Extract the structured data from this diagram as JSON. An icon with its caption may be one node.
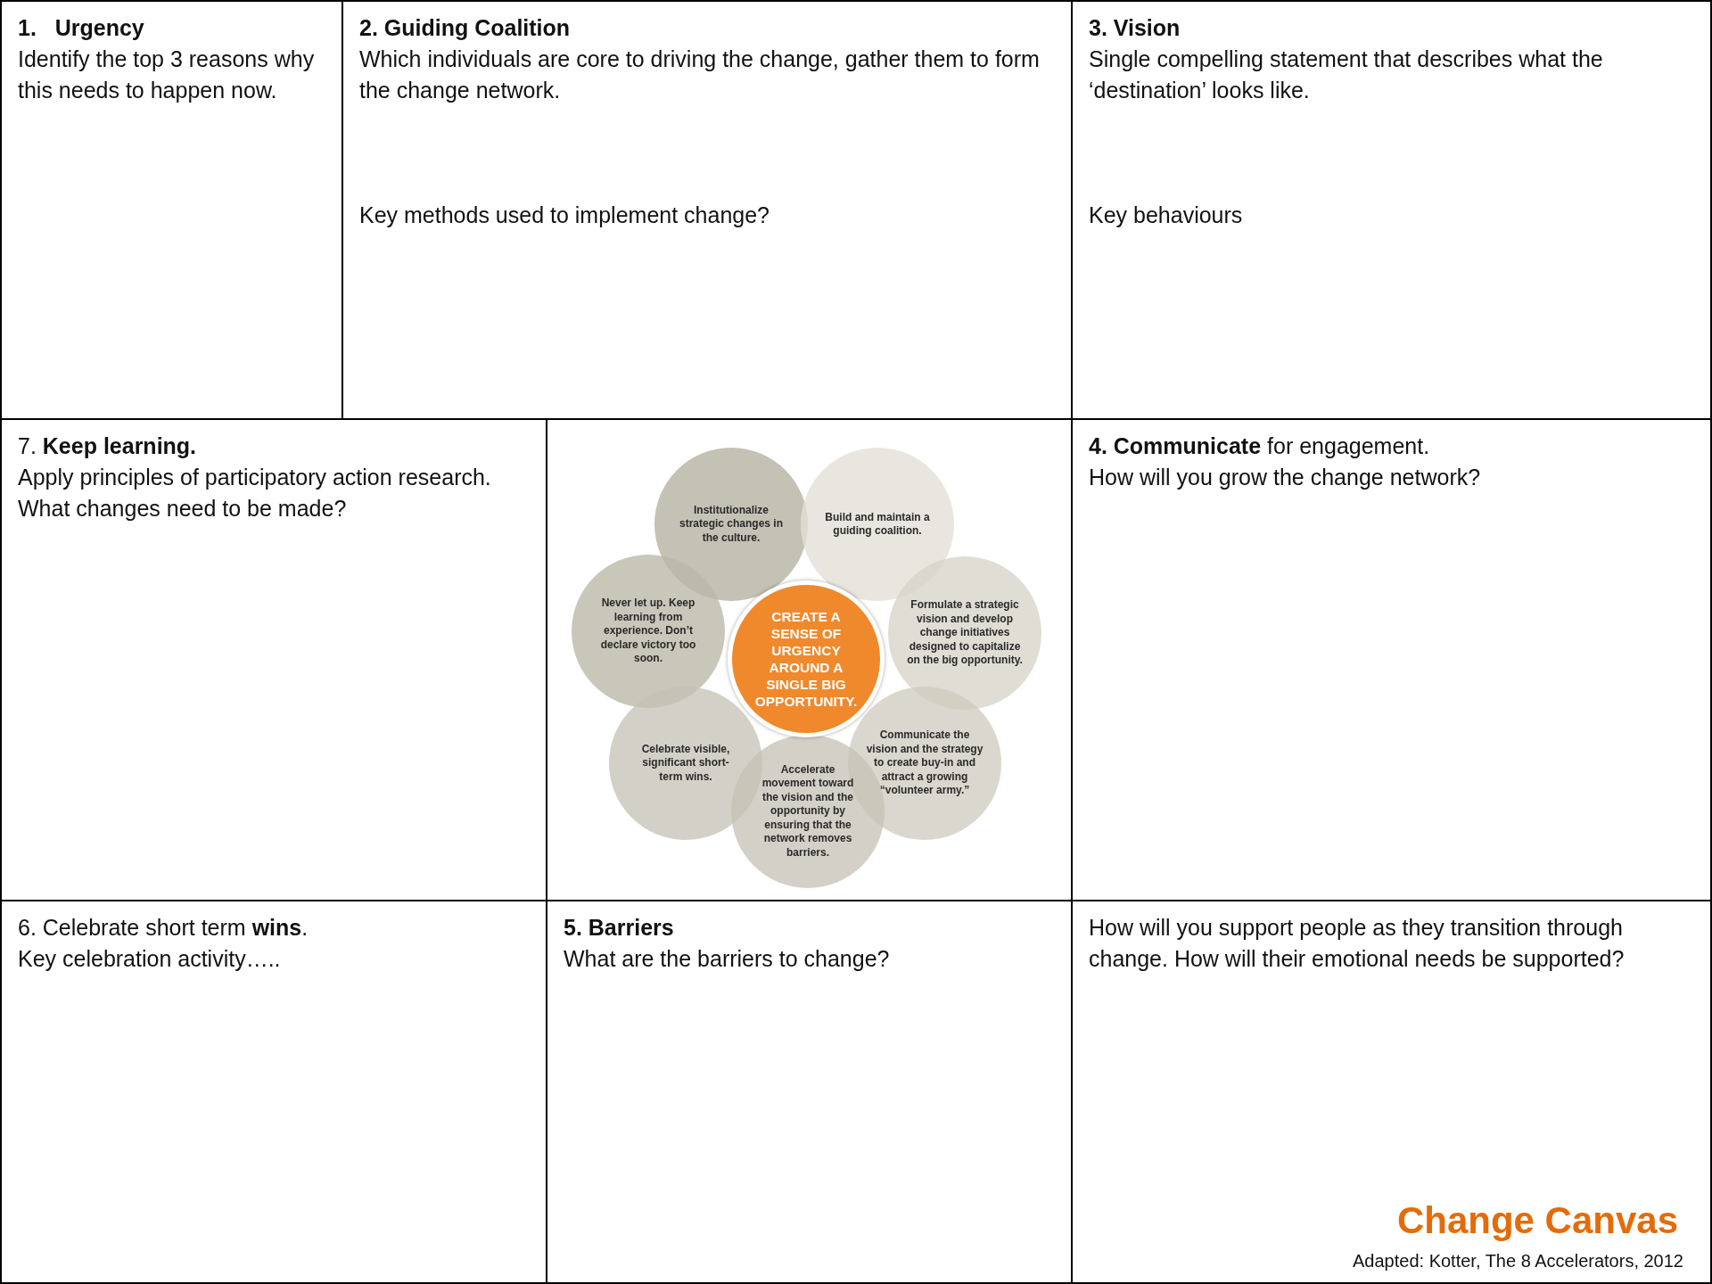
{
  "diagram": {
    "title": "Change Canvas",
    "caption": "Adapted: Kotter, The 8 Accelerators, 2012",
    "nodes": [
      {
        "text": [
          "1.   Urgency",
          "Identify the top 3 reasons why this needs to happen now."
        ]
      },
      {
        "text": [
          "2. Guiding Coalition",
          "Which individuals are core to driving the change, gather them to form the change network.",
          "Key methods used to implement change?"
        ]
      },
      {
        "text": [
          "3. Vision",
          "Single compelling statement that describes what the ‘destination’ looks like.",
          "Key behaviours"
        ]
      },
      {
        "text": [
          "7. **Keep learning.**",
          "Apply principles of participatory action research.  What changes need to be made?"
        ]
      },
      {
        "text": [],
        "shape": "box"
      },
      {
        "text": [
          "Institutionalize strategic changes in the culture."
        ],
        "in": 4
      },
      {
        "text": [
          "Build and maintain a guiding coalition."
        ],
        "in": 4
      },
      {
        "text": [
          "Never let up. Keep learning from experience. Don’t declare victory too soon."
        ],
        "in": 4
      },
      {
        "text": [
          "CREATE A SENSE OF URGENCY AROUND A SINGLE BIG OPPORTUNITY."
        ],
        "in": 4
      },
      {
        "text": [
          "Formulate a strategic vision and develop change initiatives designed to capitalize on the big opportunity."
        ],
        "in": 4
      },
      {
        "text": [
          "Celebrate visible, significant short-term wins."
        ],
        "in": 4
      },
      {
        "text": [
          "Communicate the vision and the strategy to create buy-in and attract a growing “volunteer army.”"
        ],
        "in": 4
      },
      {
        "text": [
          "Accelerate movement toward the vision and the opportunity by ensuring that the network removes barriers."
        ],
        "in": 4
      },
      {
        "text": [
          "**4. Communicate** for engagement.",
          "How will you grow the change network?"
        ]
      },
      {
        "text": [
          "6. Celebrate short term **wins**.",
          "Key celebration activity….."
        ]
      },
      {
        "text": [
          "5. Barriers",
          "What are the barriers to change?"
        ]
      },
      {
        "text": [
          "How will you support people as they transition through change.  How will their emotional needs be supported?"
        ]
      }
    ],
    "edges": []
  }
}
